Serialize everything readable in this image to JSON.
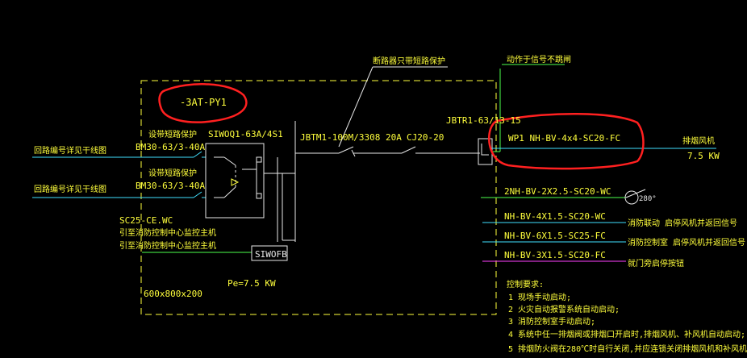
{
  "diagram": {
    "annotations": {
      "breaker_note": "断路器只带短路保护",
      "signal_note": "动作于信号不跳闸",
      "circled_label": "-3AT-PY1",
      "circled_cable": "WP1  NH-BV-4x4-SC20-FC"
    },
    "inputs": [
      {
        "label": "回路编号详见干线图",
        "protection": "设带短路保护",
        "breaker": "BM30-63/3-40A"
      },
      {
        "label": "回路编号详见干线图",
        "protection": "设带短路保护",
        "breaker": "BM30-63/3-40A"
      }
    ],
    "switch": "SIWOQ1-63A/4S1",
    "main_breaker": "JBTM1-100M/3308 20A",
    "contactor": "CJ20-20",
    "thermal_relay": "JBTR1-63/13-15",
    "output": {
      "load": "排烟风机",
      "power": "7.5 KW"
    },
    "branches": [
      {
        "cable": "2NH-BV-2X2.5-SC20-WC",
        "target": "280°"
      },
      {
        "cable": "NH-BV-4X1.5-SC20-WC",
        "target": "消防联动 启停风机并返回信号"
      },
      {
        "cable": "NH-BV-6X1.5-SC25-FC",
        "target": "消防控制室 启停风机并返回信号"
      },
      {
        "cable": "NH-BV-3X1.5-SC20-FC",
        "target": "就门旁启停按钮"
      }
    ],
    "left_notes": {
      "conduit": "SC25-CE.WC",
      "line1": "引至消防控制中心监控主机",
      "line2": "引至消防控制中心监控主机"
    },
    "siwofb": "SIWOFB",
    "pe": "Pe=7.5 KW",
    "box_size": "600x800x200",
    "control_notes": {
      "title": "控制要求:",
      "items": [
        "1  现场手动启动;",
        "2  火灾自动报警系统自动启动;",
        "3  消防控制室手动启动;",
        "4  系统中任一排烟阀或排烟口开启时,排烟风机、补风机自动启动;",
        "5  排烟防火阀在280℃时自行关闭,并应连锁关闭排烟风机和补风机。"
      ]
    },
    "colors": {
      "background": "#000000",
      "wire": "#40e0ff",
      "text": "#ffff3c",
      "green": "#4cff4c",
      "markup": "#ff2020",
      "magenta": "#ff40ff"
    }
  }
}
